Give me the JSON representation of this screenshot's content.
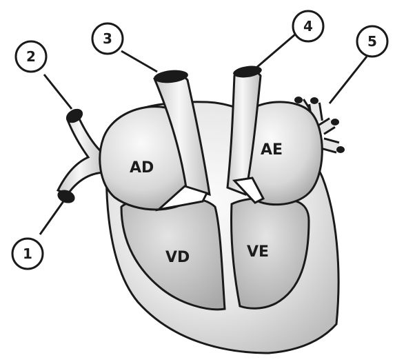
{
  "diagram": {
    "chambers": {
      "right_atrium": "AD",
      "left_atrium": "AE",
      "right_ventricle": "VD",
      "left_ventricle": "VE"
    },
    "callouts": [
      "1",
      "2",
      "3",
      "4",
      "5"
    ]
  }
}
